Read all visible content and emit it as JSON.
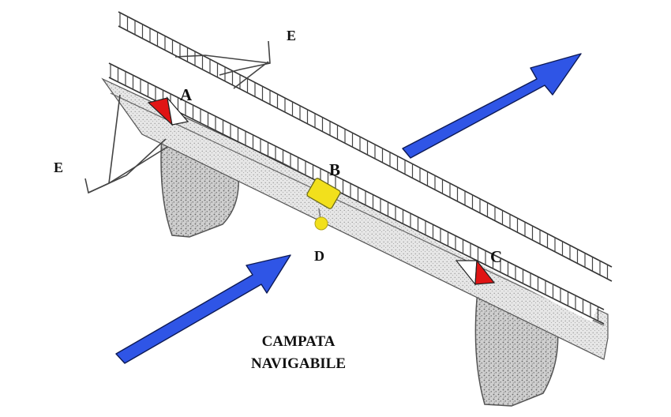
{
  "labels": {
    "a": "A",
    "b": "B",
    "c": "C",
    "d": "D",
    "e_top": "E",
    "e_left": "E"
  },
  "caption": {
    "line1": "CAMPATA",
    "line2": "NAVIGABILE"
  },
  "colors": {
    "arrow": "#2f55e6",
    "arrow_outline": "#0d1a55",
    "marker_red": "#e01414",
    "marker_yellow": "#f2e01c",
    "stone": "#8a8a8a",
    "ink": "#333333"
  }
}
